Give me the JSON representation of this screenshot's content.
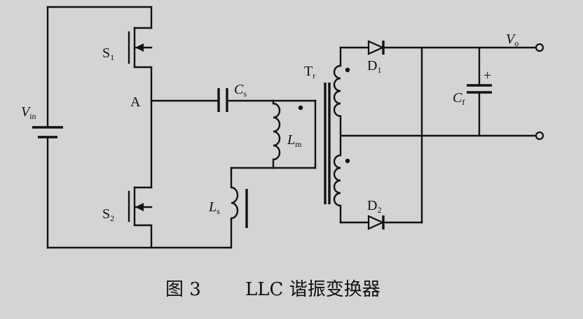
{
  "labels": {
    "vin_main": "V",
    "vin_sub": "in",
    "s1_main": "S",
    "s1_sub": "1",
    "s2_main": "S",
    "s2_sub": "2",
    "node_a": "A",
    "cs_main": "C",
    "cs_sub": "s",
    "lm_main": "L",
    "lm_sub": "m",
    "ls_main": "L",
    "ls_sub": "s",
    "tr_main": "T",
    "tr_sub": "r",
    "d1_main": "D",
    "d1_sub": "1",
    "d2_main": "D",
    "d2_sub": "2",
    "cf_main": "C",
    "cf_sub": "f",
    "cf_plus": "+",
    "vo_main": "V",
    "vo_sub": "o"
  },
  "caption": {
    "figure": "图 3",
    "title": "LLC 谐振变换器"
  },
  "colors": {
    "background": "#d4d4d4",
    "ink": "#111111"
  }
}
